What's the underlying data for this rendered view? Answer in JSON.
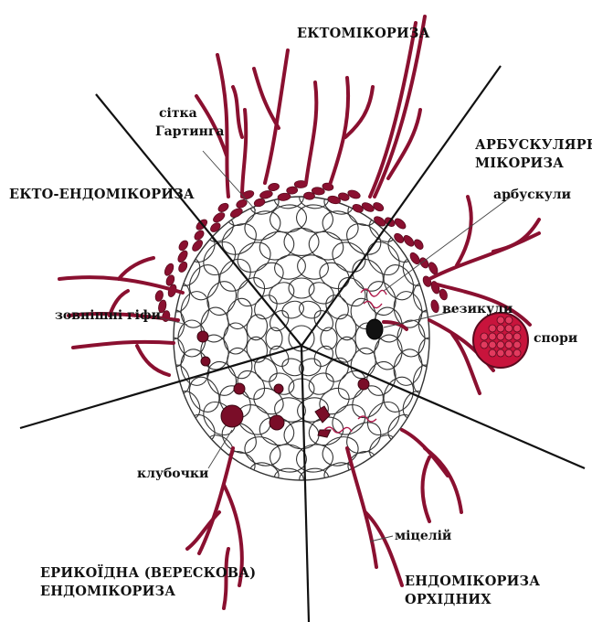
{
  "colors": {
    "hypha": "#8a1030",
    "hypha_stroke": "#5a0a1e",
    "spore": "#c8143c",
    "cell_stroke": "#333333",
    "divider": "#111111"
  },
  "labels": {
    "ectomycorrhiza": "ЕКТОМІКОРИЗА",
    "arbuscular_1": "АРБУСКУЛЯРНА",
    "arbuscular_2": "МІКОРИЗА",
    "ecto_endo": "ЕКТО-ЕНДОМІКОРИЗА",
    "ericoid_1": "ЕРИКОЇДНА (ВЕРЕСКОВА)",
    "ericoid_2": "ЕНДОМІКОРИЗА",
    "orchid_1": "ЕНДОМІКОРИЗА",
    "orchid_2": "ОРХІДНИХ",
    "hartig_1": "сітка",
    "hartig_2": "Гартинга",
    "arbuscules": "арбускули",
    "vesicles": "везикули",
    "spores": "спори",
    "external_hyphae": "зовнішні гіфи",
    "coils": "клубочки",
    "mycelium": "міцелій"
  }
}
